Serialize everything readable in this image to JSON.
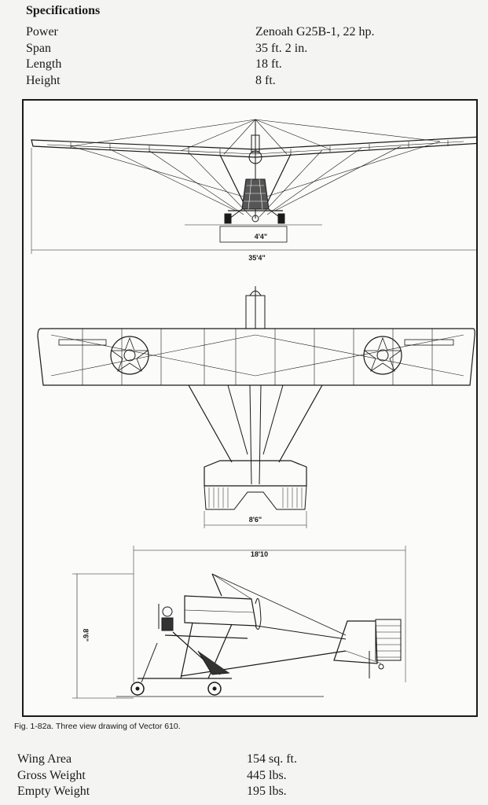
{
  "specifications": {
    "heading": "Specifications",
    "rows": [
      {
        "label": "Power",
        "value": "Zenoah G25B-1, 22 hp."
      },
      {
        "label": "Span",
        "value": "35 ft. 2 in."
      },
      {
        "label": "Length",
        "value": "18 ft."
      },
      {
        "label": "Height",
        "value": "8 ft."
      }
    ]
  },
  "figure": {
    "dimensions": {
      "gear_track": "4'4\"",
      "wingspan": "35'4\"",
      "tail_span": "8'6\"",
      "length": "18'10",
      "height": "8'6\""
    },
    "caption": "Fig. 1-82a. Three view drawing of Vector 610."
  },
  "weights": {
    "rows": [
      {
        "label": "Wing Area",
        "value": "154 sq. ft."
      },
      {
        "label": "Gross Weight",
        "value": "445 lbs."
      },
      {
        "label": "Empty Weight",
        "value": "195 lbs."
      }
    ]
  }
}
